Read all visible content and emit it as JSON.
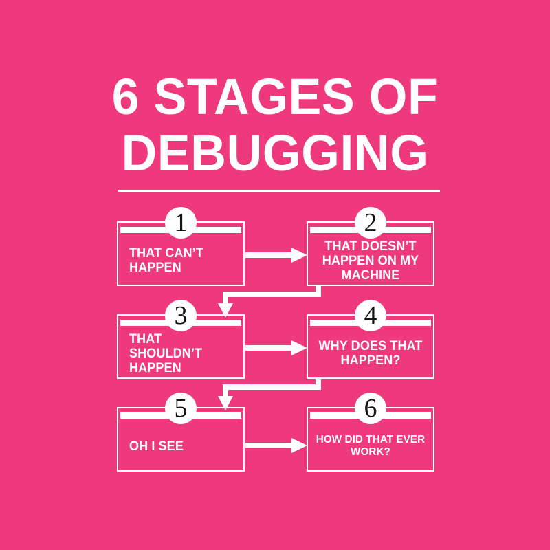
{
  "poster": {
    "background_color": "#ee3a7d",
    "foreground_color": "#ffffff",
    "badge_text_color": "#141414",
    "title_line_1": "6 STAGES OF",
    "title_line_2": "DEBUGGING"
  },
  "flow": {
    "nodes": [
      {
        "number": "1",
        "label": "THAT CAN’T HAPPEN"
      },
      {
        "number": "2",
        "label": "THAT DOESN’T HAPPEN ON MY MACHINE"
      },
      {
        "number": "3",
        "label": "THAT SHOULDN’T HAPPEN"
      },
      {
        "number": "4",
        "label": "WHY DOES THAT HAPPEN?"
      },
      {
        "number": "5",
        "label": "OH I SEE"
      },
      {
        "number": "6",
        "label": "HOW DID THAT EVER WORK?"
      }
    ],
    "connectors": [
      {
        "from": "1",
        "to": "2",
        "kind": "arrow-right"
      },
      {
        "from": "2",
        "to": "3",
        "kind": "arrow-elbow-down-left"
      },
      {
        "from": "3",
        "to": "4",
        "kind": "arrow-right"
      },
      {
        "from": "4",
        "to": "5",
        "kind": "arrow-elbow-down-left"
      },
      {
        "from": "5",
        "to": "6",
        "kind": "arrow-right"
      }
    ]
  }
}
